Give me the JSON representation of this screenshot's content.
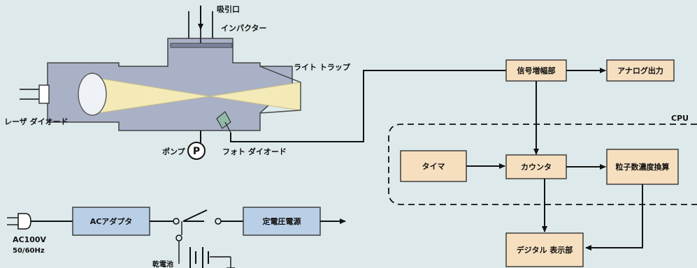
{
  "sensor": {
    "inlet_label": "吸引口",
    "impactor_label": "インパクター",
    "light_trap_label": "ライト トラップ",
    "laser_diode_label": "レーザ ダイオード",
    "pump_label": "ポンプ",
    "pump_symbol": "P",
    "photodiode_label": "フォト ダイオード"
  },
  "power": {
    "input_label": "AC100V",
    "freq_label": "50/60Hz",
    "adapter_label": "ACアダプタ",
    "regulator_label": "定電圧電源",
    "battery_label": "乾電池"
  },
  "signal": {
    "amp_label": "信号増幅部",
    "analog_out_label": "アナログ出力",
    "cpu_label": "CPU",
    "timer_label": "タイマ",
    "counter_label": "カウンタ",
    "converter_label": "粒子数濃度換算",
    "display_label": "デジタル 表示部"
  },
  "colors": {
    "background": "#dde9ea",
    "block_fill": "#f6dfbf",
    "power_block_fill": "#b9cfe6",
    "chamber_fill": "#a9b1c7",
    "beam_fill": "#f3eab8",
    "line": "#111111"
  }
}
